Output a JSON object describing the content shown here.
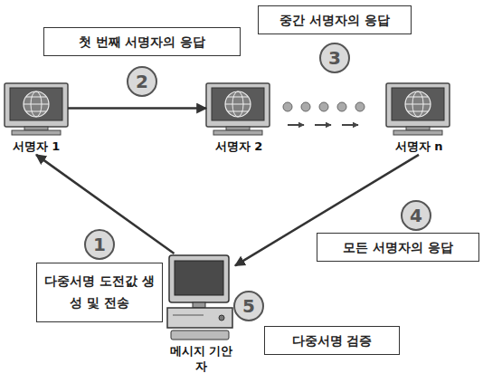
{
  "diagram": {
    "nodes": [
      {
        "text": [
          "첫 번째 서명자의 응답"
        ]
      },
      {
        "text": [
          "2"
        ]
      },
      {
        "text": [
          "중간 서명자의 응답"
        ]
      },
      {
        "text": [
          "3"
        ]
      },
      {
        "text": [
          "서명자 1"
        ]
      },
      {
        "text": [
          "서명자 2"
        ]
      },
      {
        "text": [
          "서명자 n"
        ]
      },
      {
        "text": [
          "4"
        ]
      },
      {
        "text": [
          "모든 서명자의 응답"
        ]
      },
      {
        "text": [
          "1"
        ]
      },
      {
        "text": [
          "다중서명 도전값 생성 및 전송"
        ]
      },
      {
        "text": [
          "5"
        ]
      },
      {
        "text": [
          "다중서명 검증"
        ]
      },
      {
        "text": [
          "메시지 기안자"
        ]
      }
    ],
    "edges": [
      {
        "from": 4,
        "to": 5,
        "arrow": "to"
      },
      {
        "from": 13,
        "to": 4,
        "arrow": "to"
      },
      {
        "from": 6,
        "to": 13,
        "arrow": "to"
      }
    ]
  }
}
